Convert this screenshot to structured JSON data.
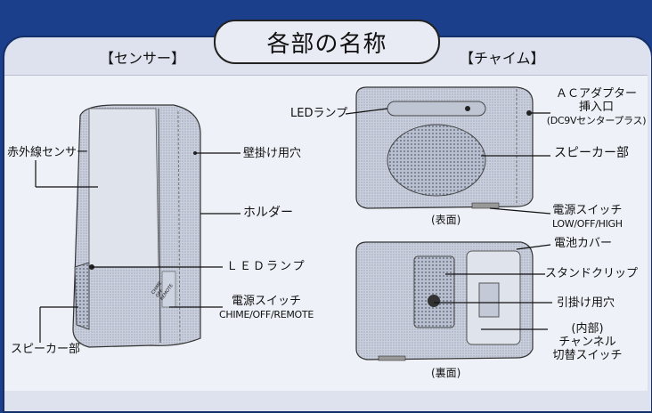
{
  "title": "各部の名称",
  "sections": {
    "sensor": "【センサー】",
    "chime": "【チャイム】"
  },
  "sensor_labels": {
    "ir_sensor": "赤外線センサー",
    "wall_hole": "壁掛け用穴",
    "holder": "ホルダー",
    "led": "ＬＥＤランプ",
    "power_switch": "電源スイッチ",
    "power_switch_modes": "CHIME/OFF/REMOTE",
    "speaker": "スピーカー部",
    "switch_marks": [
      "CHIME",
      "OFF",
      "REMOTE"
    ]
  },
  "chime_labels": {
    "led": "LEDランプ",
    "ac_adapter_1": "ＡＣアダプター",
    "ac_adapter_2": "挿入口",
    "ac_adapter_3": "(DC9Vセンタープラス)",
    "speaker": "スピーカー部",
    "power_switch": "電源スイッチ",
    "power_switch_modes": "LOW/OFF/HIGH",
    "front": "(表面)",
    "battery_cover": "電池カバー",
    "stand_clip": "スタンドクリップ",
    "hang_hole": "引掛け用穴",
    "channel_1": "(内部)",
    "channel_2": "チャンネル",
    "channel_3": "切替スイッチ",
    "back": "(裏面)"
  }
}
